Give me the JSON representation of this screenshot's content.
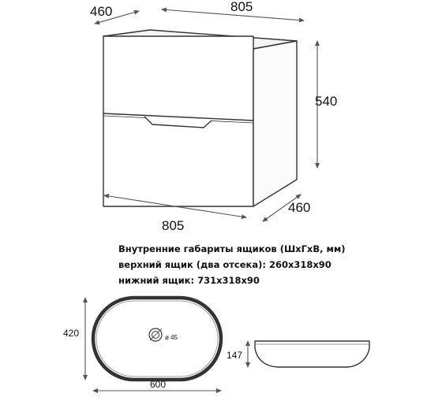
{
  "cabinet": {
    "dim_top_depth": "460",
    "dim_top_width": "805",
    "dim_height": "540",
    "dim_bottom_width": "805",
    "dim_bottom_depth": "460"
  },
  "spec": {
    "line1": "Внутренние габариты ящиков (ШхГхВ, мм)",
    "line2": "верхний ящик (два отсека): 260х318х90",
    "line3": "нижний ящик: 731х318х90"
  },
  "basin": {
    "dim_depth": "420",
    "dim_width": "600",
    "dim_height": "147",
    "drain_label": "ø 45"
  },
  "colors": {
    "line": "#333333",
    "dim_line": "#555555"
  }
}
